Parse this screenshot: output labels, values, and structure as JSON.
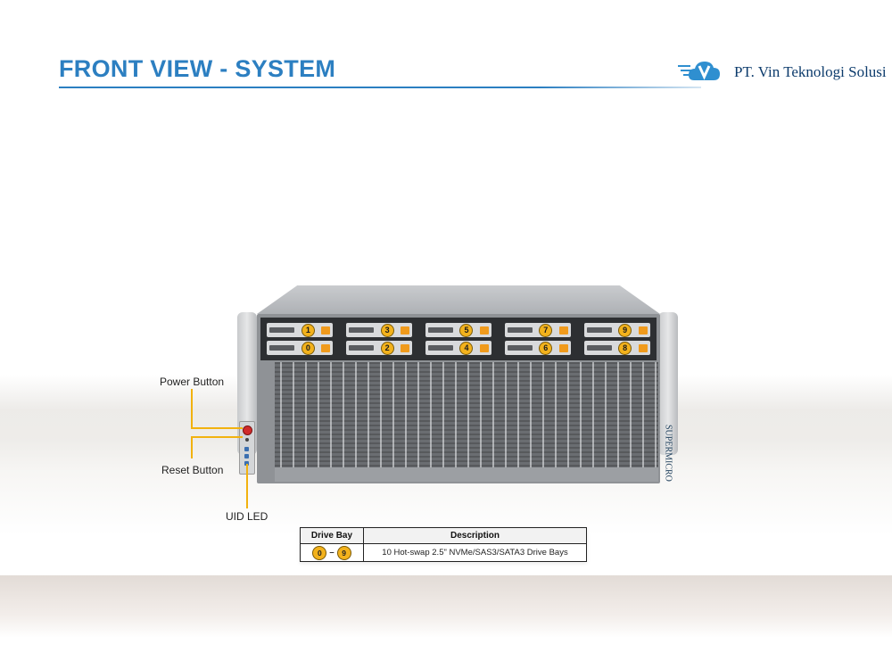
{
  "header": {
    "title": "FRONT VIEW - SYSTEM",
    "company": "PT. Vin Teknologi Solusi",
    "logo_icon": "cloud-v-logo-icon",
    "accent_color": "#2c7fc1"
  },
  "server": {
    "brand": "SUPERMICRO",
    "drive_bays": {
      "top_row": [
        "1",
        "3",
        "5",
        "7",
        "9"
      ],
      "bottom_row": [
        "0",
        "2",
        "4",
        "6",
        "8"
      ]
    },
    "badge_color": "#f3b21c"
  },
  "callouts": {
    "power_button": "Power Button",
    "reset_button": "Reset Button",
    "uid_led": "UID LED",
    "line_color": "#f2b20f"
  },
  "legend": {
    "headers": {
      "bay": "Drive Bay",
      "description": "Description"
    },
    "row": {
      "bay_from": "0",
      "bay_dash": "–",
      "bay_to": "9",
      "description": "10 Hot-swap 2.5\" NVMe/SAS3/SATA3 Drive Bays"
    }
  }
}
